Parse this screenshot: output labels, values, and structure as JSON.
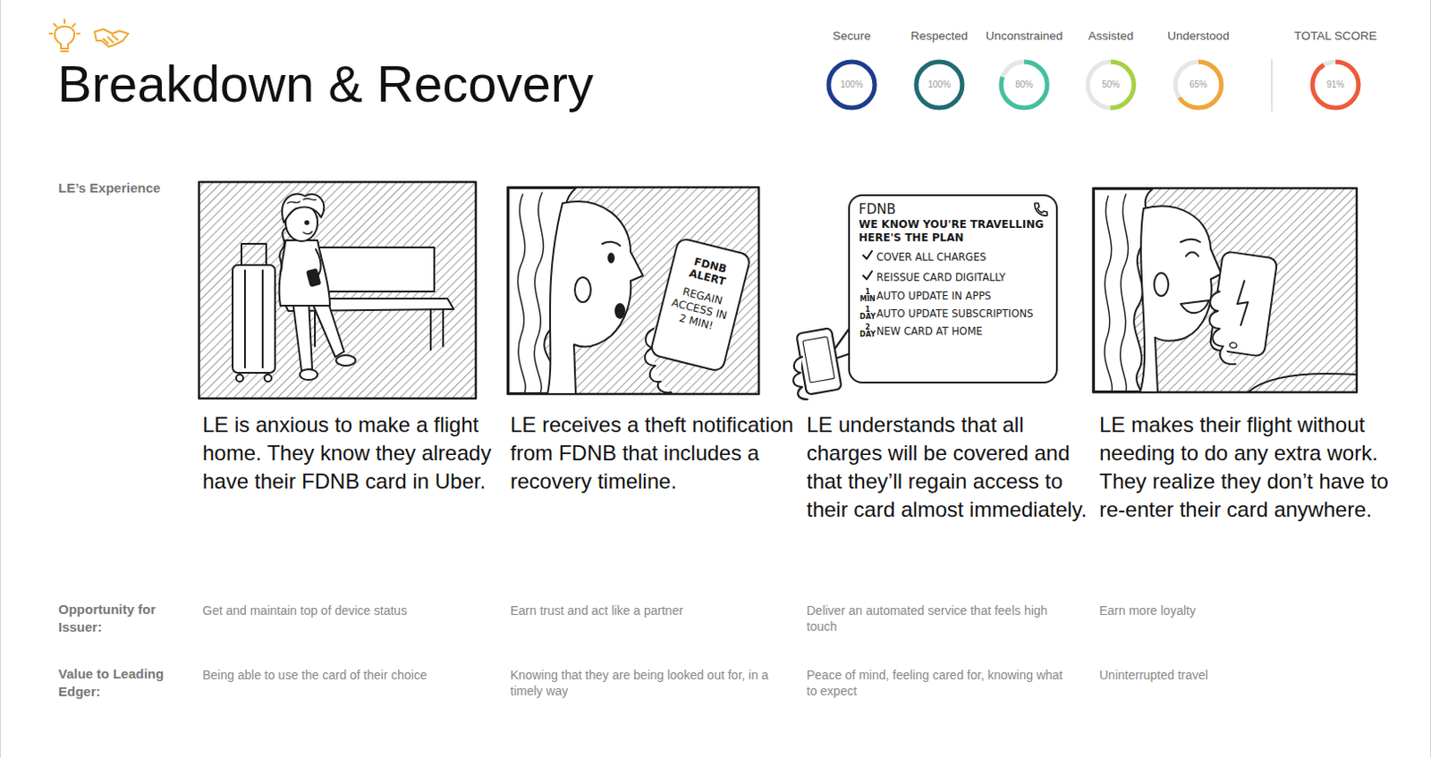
{
  "diagram": {
    "title": "Breakdown & Recovery",
    "nodes": [
      {
        "text": [
          "Secure",
          "100%"
        ]
      },
      {
        "text": [
          "Respected",
          "100%"
        ]
      },
      {
        "text": [
          "Unconstrained",
          "80%"
        ]
      },
      {
        "text": [
          "Assisted",
          "50%"
        ]
      },
      {
        "text": [
          "Understood",
          "65%"
        ]
      },
      {
        "text": [
          "TOTAL SCORE",
          "91%"
        ]
      },
      {
        "text": [
          "FDNB ALERT",
          "REGAIN ACCESS IN 2 MIN!"
        ]
      },
      {
        "text": [
          "FDNB",
          "WE KNOW YOU'RE TRAVELLING HERE'S THE PLAN",
          "COVER ALL CHARGES",
          "REISSUE CARD DIGITALLY",
          "1 MIN",
          "AUTO UPDATE IN APPS",
          "1 DAY",
          "AUTO UPDATE SUBSCRIPTIONS",
          "2 DAY",
          "NEW CARD AT HOME"
        ]
      }
    ],
    "labels": [
      "LE’s Experience",
      "LE is anxious to make a flight home. They know they already have their FDNB card in Uber.",
      "LE receives a theft notification from FDNB that includes a recovery timeline.",
      "LE understands that all charges will be covered and that they’ll regain access to their card almost immediately.",
      "LE makes their flight without needing to do any extra work. They realize they don’t have to re-enter their card anywhere.",
      "Opportunity for Issuer:",
      "Get and maintain top of device status",
      "Earn trust and act like a partner",
      "Deliver an automated service that feels high touch",
      "Earn more loyalty",
      "Value to Leading Edger:",
      "Being able to use the card of their choice",
      "Knowing that they are being looked out for, in a timely way",
      "Peace of mind, feeling cared for, knowing what to expect",
      "Uninterrupted travel"
    ]
  }
}
